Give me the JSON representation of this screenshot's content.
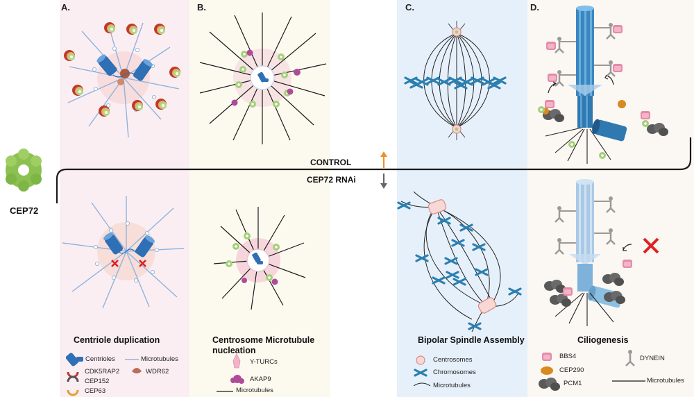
{
  "panels": {
    "a": {
      "label": "A.",
      "title": "Centriole duplication",
      "legend": {
        "centrioles": "Centrioles",
        "microtubules": "Microtubules",
        "cdk5rap2": "CDK5RAP2",
        "wdr62": "WDR62",
        "cep152": "CEP152",
        "cep63": "CEP63"
      }
    },
    "b": {
      "label": "B.",
      "title_line1": "Centrosome Microtubule",
      "title_line2": "nucleation",
      "legend": {
        "yturcs": "Y-TURCs",
        "akap9": "AKAP9",
        "microtubules": "Microtubules"
      }
    },
    "c": {
      "label": "C.",
      "title": "Bipolar Spindle Assembly",
      "legend": {
        "centrosomes": "Centrosomes",
        "chromosomes": "Chromosomes",
        "microtubules": "Microtubules"
      }
    },
    "d": {
      "label": "D.",
      "title": "Ciliogenesis",
      "legend": {
        "bbs4": "BBS4",
        "dynein": "DYNEIN",
        "cep290": "CEP290",
        "pcm1": "PCM1",
        "microtubules": "Microtubules"
      }
    }
  },
  "protein": "CEP72",
  "conditions": {
    "control": "CONTROL",
    "rnai": "CEP72 RNAi"
  },
  "colors": {
    "arrow_up": "#f0902a",
    "arrow_down": "#666666",
    "centriole": "#2e6fb5",
    "cep72": "#8cc152",
    "block_x": "#e02020"
  }
}
